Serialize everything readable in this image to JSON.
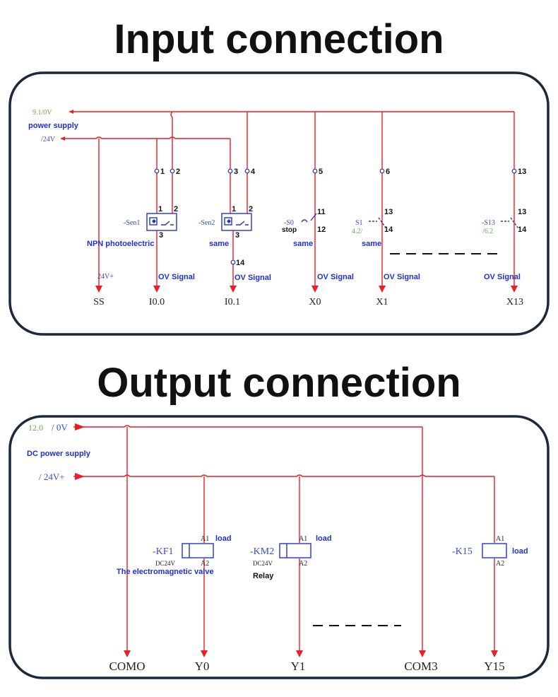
{
  "input": {
    "title": "Input connection",
    "rail_0v": "9.1/0V",
    "rail_24v": "/24V",
    "power_label": "power supply",
    "terminals": [
      "1",
      "2",
      "3",
      "4",
      "5",
      "6",
      "13"
    ],
    "sen1": {
      "tag": "-Sen1",
      "pin1": "1",
      "pin2": "2",
      "pin3": "3",
      "note": "NPN photoelectric"
    },
    "sen2": {
      "tag": "-Sen2",
      "pin1": "1",
      "pin2": "2",
      "pin3": "3",
      "pin14": "14",
      "note": "same"
    },
    "s0": {
      "tag": "-S0",
      "pin11": "11",
      "pin12": "12",
      "sub": "stop",
      "note": "same"
    },
    "s1": {
      "tag": "S1",
      "pin13": "13",
      "pin14": "14",
      "ref": "4.2/",
      "note": "same"
    },
    "s13": {
      "tag": "-S13",
      "pin13": "13",
      "pin14": "14",
      "ref": "/6.2"
    },
    "ss_label": "24V+",
    "signal": "OV Signal",
    "bottom": [
      "SS",
      "I0.0",
      "I0.1",
      "X0",
      "X1",
      "X13"
    ]
  },
  "output": {
    "title": "Output connection",
    "rail_0v_ref": "12.0",
    "rail_0v": "/ 0V",
    "rail_24v": "/ 24V+",
    "power_label": "DC power supply",
    "kf1": {
      "tag": "-KF1",
      "a1": "A1",
      "a2": "A2",
      "load": "load",
      "volt": "DC24V",
      "note": "The electromagnetic valve"
    },
    "km2": {
      "tag": "-KM2",
      "a1": "A1",
      "a2": "A2",
      "load": "load",
      "volt": "DC24V",
      "note": "Relay"
    },
    "k15": {
      "tag": "-K15",
      "a1": "A1",
      "a2": "A2",
      "load": "load"
    },
    "bottom": [
      "COMO",
      "Y0",
      "Y1",
      "COM3",
      "Y15"
    ]
  }
}
